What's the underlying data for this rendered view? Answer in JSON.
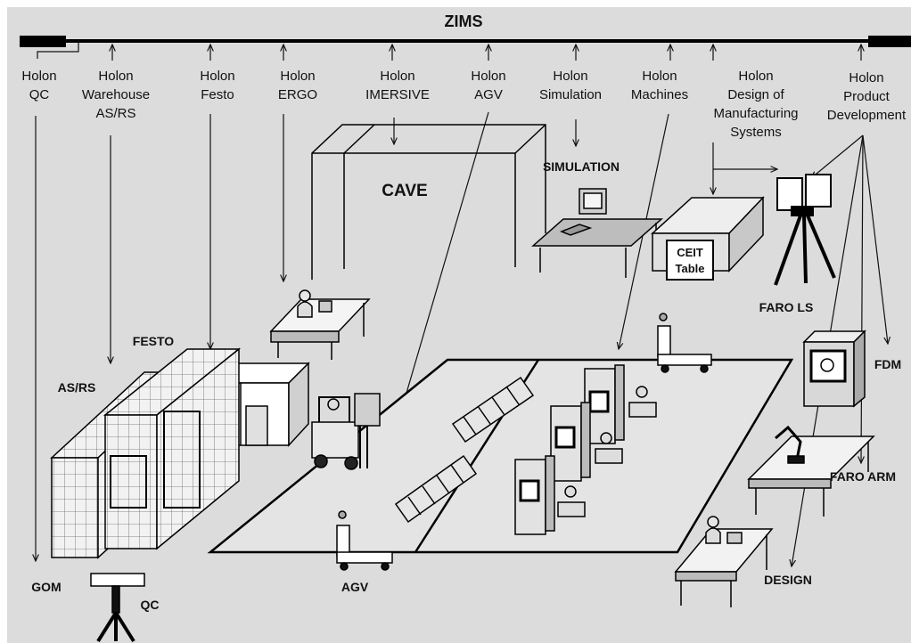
{
  "title": "ZIMS",
  "holons": [
    {
      "id": "qc",
      "lines": [
        "Holon",
        "QC"
      ]
    },
    {
      "id": "warehouse",
      "lines": [
        "Holon",
        "Warehouse",
        "AS/RS"
      ]
    },
    {
      "id": "festo",
      "lines": [
        "Holon",
        "Festo"
      ]
    },
    {
      "id": "ergo",
      "lines": [
        "Holon",
        "ERGO"
      ]
    },
    {
      "id": "imersive",
      "lines": [
        "Holon",
        "IMERSIVE"
      ]
    },
    {
      "id": "agv",
      "lines": [
        "Holon",
        "AGV"
      ]
    },
    {
      "id": "simulation",
      "lines": [
        "Holon",
        "Simulation"
      ]
    },
    {
      "id": "machines",
      "lines": [
        "Holon",
        "Machines"
      ]
    },
    {
      "id": "design-ms",
      "lines": [
        "Holon",
        "Design of",
        "Manufacturing",
        "Systems"
      ]
    },
    {
      "id": "product-dev",
      "lines": [
        "Holon",
        "Product",
        "Development"
      ]
    }
  ],
  "stations": {
    "cave": "CAVE",
    "simulation": "SIMULATION",
    "ceit_table": [
      "CEIT",
      "Table"
    ],
    "faro_ls": "FARO LS",
    "festo": "FESTO",
    "asrs": "AS/RS",
    "fdm": "FDM",
    "faro_arm": "FARO ARM",
    "gom": "GOM",
    "qc": "QC",
    "agv": "AGV",
    "design": "DESIGN"
  }
}
